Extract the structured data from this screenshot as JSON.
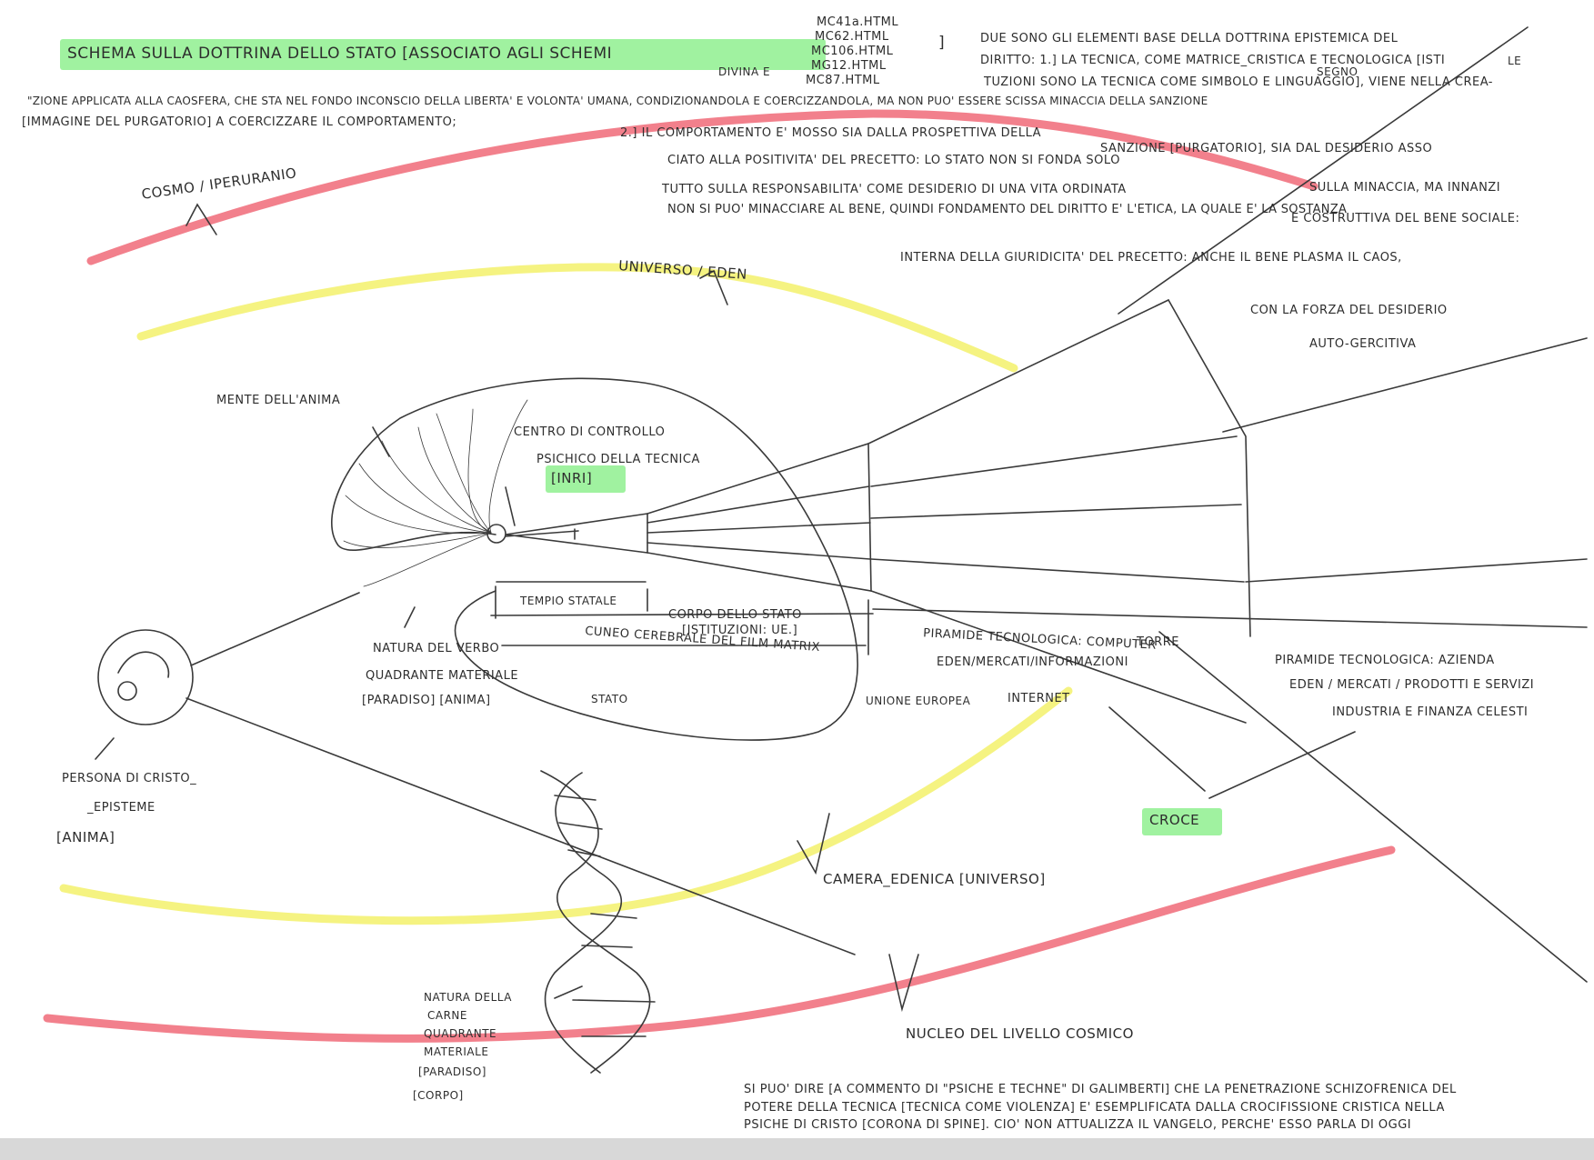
{
  "title": "SCHEMA SULLA DOTTRINA DELLO STATO [ASSOCIATO AGLI SCHEMI",
  "title_close": "]",
  "file_refs": [
    "MC41a.HTML",
    "MC62.HTML",
    "MC106.HTML",
    "MG12.HTML",
    "MC87.HTML"
  ],
  "divina_e": "DIVINA E",
  "paragraph_right": [
    "DUE SONO GLI ELEMENTI BASE DELLA DOTTRINA EPISTEMICA DEL",
    "DIRITTO: 1.] LA TECNICA, COME MATRICE_CRISTICA E TECNOLOGICA [ISTI",
    "TUZIONI SONO LA TECNICA COME SIMBOLO E LINGUAGGIO], VIENE NELLA CREA-"
  ],
  "le": "LE",
  "segno": "SEGNO",
  "paragraph_left": [
    "\"ZIONE APPLICATA ALLA CAOSFERA, CHE STA NEL FONDO INCONSCIO DELLA LIBERTA' E VOLONTA' UMANA, CONDIZIONANDOLA E COERCIZZANDOLA, MA NON PUO' ESSERE SCISSA MINACCIA DELLA SANZIONE",
    "[IMMAGINE DEL PURGATORIO] A COERCIZZARE IL COMPORTAMENTO;"
  ],
  "paragraph_2": [
    "2.] IL COMPORTAMENTO E' MOSSO SIA DALLA PROSPETTIVA DELLA",
    "SANZIONE [PURGATORIO], SIA DAL DESIDERIO ASSO",
    "CIATO ALLA POSITIVITA' DEL PRECETTO: LO STATO NON SI FONDA SOLO",
    "SULLA MINACCIA, MA INNANZI",
    "TUTTO SULLA RESPONSABILITA' COME DESIDERIO DI UNA VITA ORDINATA",
    "E COSTRUTTIVA DEL BENE SOCIALE:",
    "NON SI PUO' MINACCIARE AL BENE, QUINDI FONDAMENTO DEL DIRITTO E' L'ETICA, LA QUALE E' LA SOSTANZA",
    "INTERNA DELLA GIURIDICITA' DEL PRECETTO: ANCHE IL BENE PLASMA IL CAOS,",
    "CON LA FORZA DEL DESIDERIO",
    "AUTO-GERCITIVA"
  ],
  "labels": {
    "cosmo": "COSMO / IPERURANIO",
    "universo": "UNIVERSO / EDEN",
    "mente": "MENTE DELL'ANIMA",
    "centro_1": "CENTRO DI CONTROLLO",
    "centro_2": "PSICHICO DELLA TECNICA",
    "inri": "[INRI]",
    "tempio": "TEMPIO STATALE",
    "corpo_1": "CORPO DELLO STATO",
    "corpo_2": "[ISTITUZIONI: UE.]",
    "cuneo": "CUNEO CEREBRALE DEL FILM MATRIX",
    "natura_verbo": [
      "NATURA DEL VERBO",
      "QUADRANTE MATERIALE",
      "[PARADISO] [ANIMA]"
    ],
    "stato": "STATO",
    "unione": "UNIONE EUROPEA",
    "piramide_1": [
      "PIRAMIDE TECNOLOGICA: COMPUTER",
      "EDEN/MERCATI/INFORMAZIONI",
      "INTERNET"
    ],
    "torre": "TORRE",
    "piramide_2": [
      "PIRAMIDE TECNOLOGICA: AZIENDA",
      "EDEN / MERCATI / PRODOTTI E SERVIZI",
      "INDUSTRIA E FINANZA CELESTI"
    ],
    "persona": [
      "PERSONA DI CRISTO_",
      "_EPISTEME",
      "[ANIMA]"
    ],
    "croce": "CROCE",
    "camera": "CAMERA_EDENICA [UNIVERSO]",
    "natura_carne": [
      "NATURA DELLA",
      "CARNE",
      "QUADRANTE",
      "MATERIALE",
      "[PARADISO]",
      "[CORPO]"
    ],
    "nucleo": "NUCLEO DEL LIVELLO COSMICO"
  },
  "bottom_text": [
    "SI PUO' DIRE [A COMMENTO DI \"PSICHE E TECHNE\" DI GALIMBERTI] CHE LA PENETRAZIONE SCHIZOFRENICA DEL",
    "POTERE DELLA TECNICA [TECNICA COME VIOLENZA] E' ESEMPLIFICATA DALLA CROCIFISSIONE CRISTICA NELLA",
    "PSICHE DI CRISTO [CORONA DI SPINE]. CIO' NON ATTUALIZZA IL VANGELO, PERCHE' ESSO PARLA DI OGGI"
  ],
  "colors": {
    "highlight_green": "#8ff08f",
    "band_red": "#f06a78",
    "band_yellow": "#f4f27a",
    "ink": "#2d2d2d"
  }
}
